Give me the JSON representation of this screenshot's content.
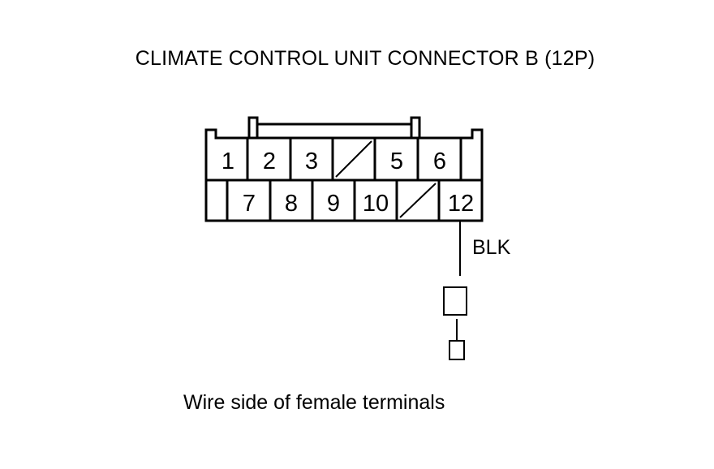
{
  "diagram": {
    "title": "CLIMATE CONTROL UNIT CONNECTOR B (12P)",
    "caption": "Wire side of female terminals",
    "wire_label": "BLK",
    "top_row": [
      {
        "pin": "1",
        "empty": false
      },
      {
        "pin": "2",
        "empty": false
      },
      {
        "pin": "3",
        "empty": false
      },
      {
        "pin": "",
        "empty": true
      },
      {
        "pin": "5",
        "empty": false
      },
      {
        "pin": "6",
        "empty": false
      },
      {
        "pin": "",
        "empty": false
      }
    ],
    "bottom_row": [
      {
        "pin": "",
        "empty": false
      },
      {
        "pin": "7",
        "empty": false
      },
      {
        "pin": "8",
        "empty": false
      },
      {
        "pin": "9",
        "empty": false
      },
      {
        "pin": "10",
        "empty": false
      },
      {
        "pin": "",
        "empty": true
      },
      {
        "pin": "12",
        "empty": false
      }
    ]
  }
}
